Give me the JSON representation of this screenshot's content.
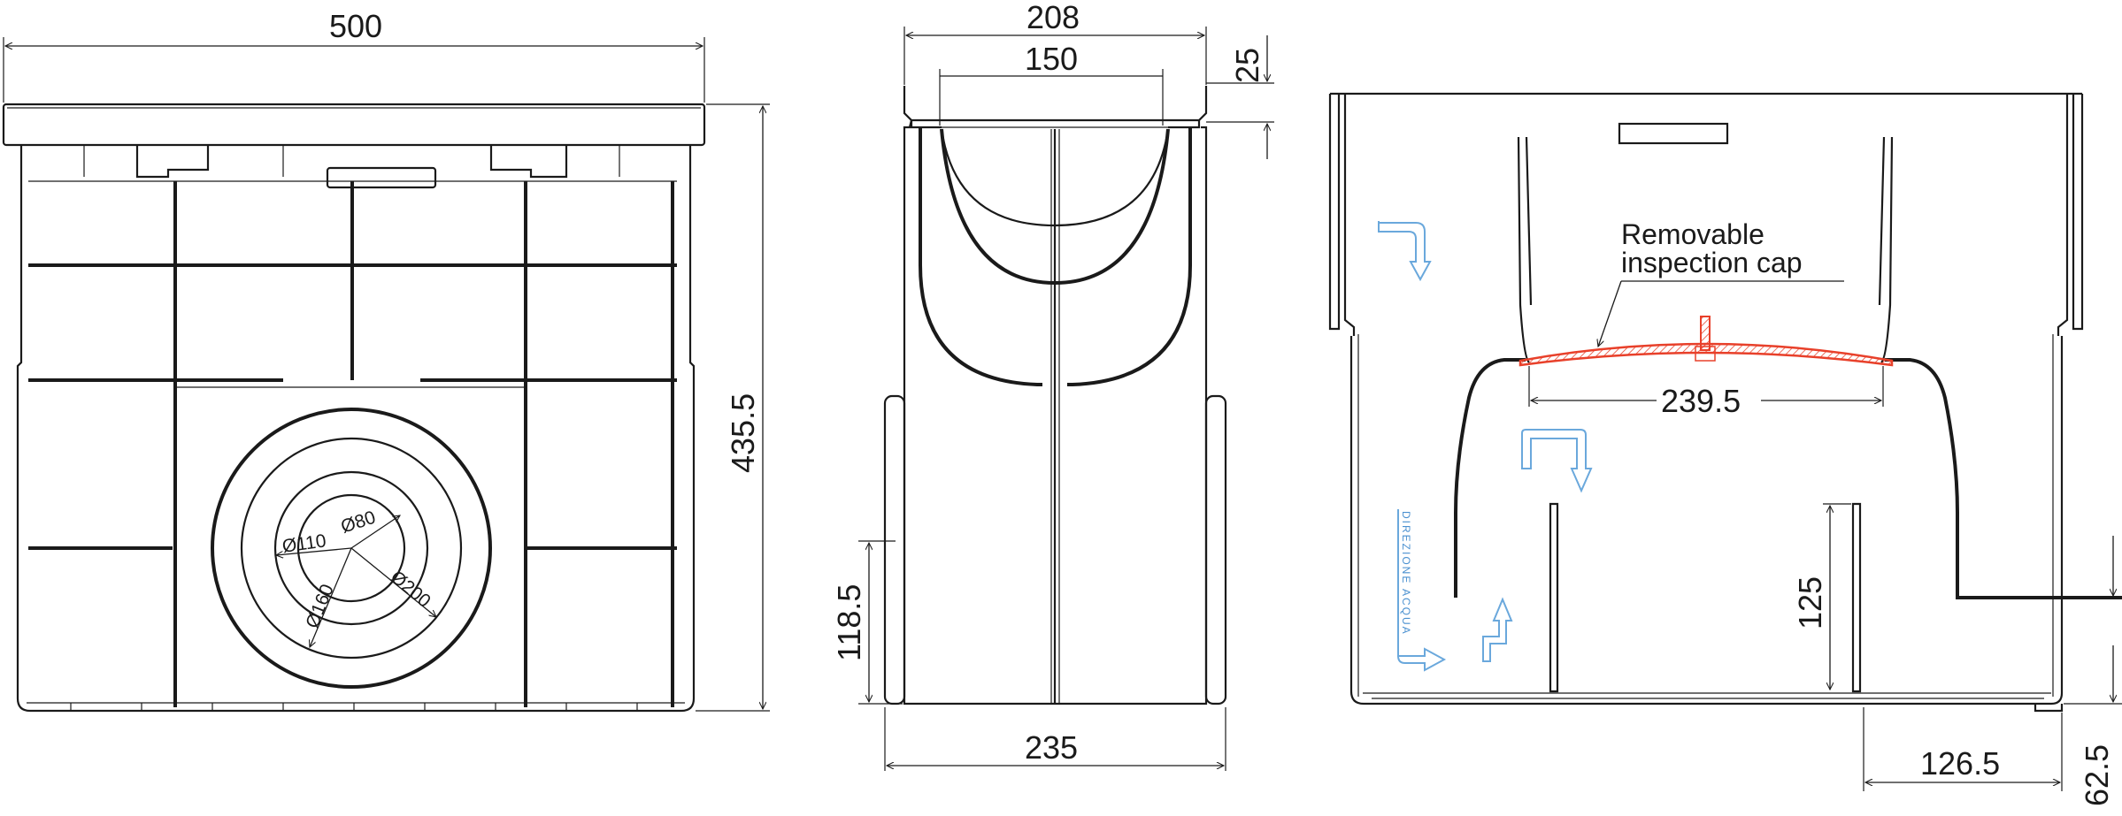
{
  "front_view": {
    "width_dim": "500",
    "height_dim": "435.5",
    "dia_110": "Ø110",
    "dia_80": "Ø80",
    "dia_160": "Ø160",
    "dia_200": "Ø200"
  },
  "side_view": {
    "top_width_dim": "208",
    "inner_width_dim": "150",
    "grate_height_dim": "25",
    "pipe_height_dim": "118.5",
    "bottom_width_dim": "235"
  },
  "section_view": {
    "cap_label_line1": "Removable",
    "cap_label_line2": "inspection cap",
    "cap_width_dim": "239.5",
    "weir_height_dim": "125",
    "outlet_offset_dim": "126.5",
    "outlet_height_dim": "62.5",
    "flow_label": "DIREZIONE ACQUA",
    "cap_color": "#e8402a",
    "flow_arrow_color": "#6aa8dc"
  }
}
